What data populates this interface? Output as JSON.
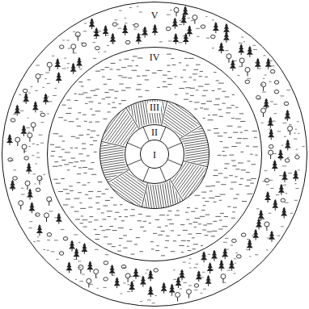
{
  "diagram": {
    "nodes": [
      {
        "text": [
          "V"
        ]
      },
      {
        "text": [
          "IV"
        ],
        "in": 0
      },
      {
        "text": [
          "III"
        ],
        "in": 1
      },
      {
        "text": [
          "II"
        ],
        "in": 2
      },
      {
        "text": [
          "I"
        ],
        "in": 3
      }
    ]
  }
}
